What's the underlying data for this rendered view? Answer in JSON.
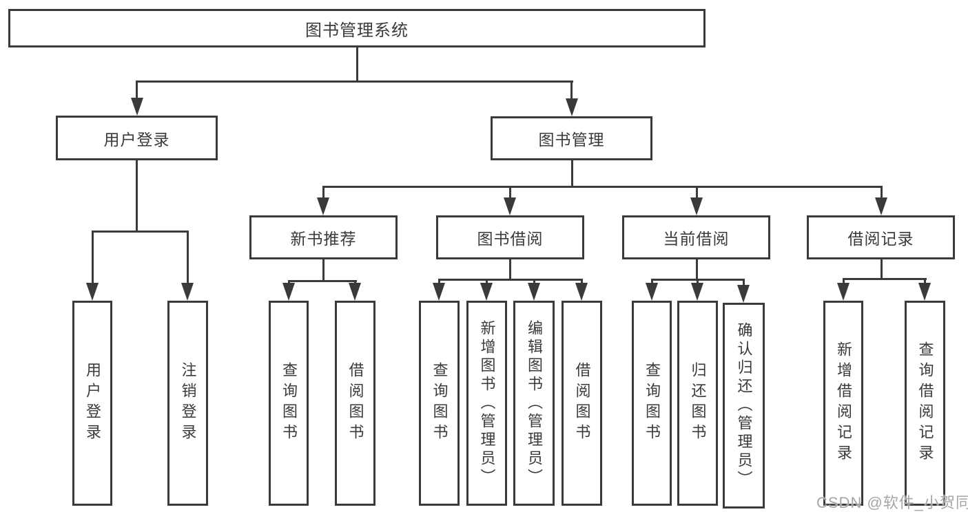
{
  "diagram": {
    "title": "图书管理系统",
    "root": {
      "label": "图书管理系统"
    },
    "level2": {
      "user_login": {
        "label": "用户登录"
      },
      "book_management": {
        "label": "图书管理"
      }
    },
    "level3": {
      "new_book_recommend": {
        "label": "新书推荐"
      },
      "book_borrow": {
        "label": "图书借阅"
      },
      "current_borrow": {
        "label": "当前借阅"
      },
      "borrow_records": {
        "label": "借阅记录"
      }
    },
    "leaves": {
      "user": [
        "用户登录",
        "注销登录"
      ],
      "recommend": [
        "查询图书",
        "借阅图书"
      ],
      "borrow": [
        "查询图书",
        "新增图书（管理员）",
        "编辑图书（管理员）",
        "借阅图书"
      ],
      "current": [
        "查询图书",
        "归还图书",
        "确认归还（管理员）"
      ],
      "records": [
        "新增借阅记录",
        "查询借阅记录"
      ]
    }
  },
  "watermark": {
    "text": "CSDN @软件_小贺同学"
  },
  "colors": {
    "line": "#3a3a3a",
    "text": "#3a3a3a",
    "background": "#ffffff",
    "watermark": "#a6a6a6"
  }
}
